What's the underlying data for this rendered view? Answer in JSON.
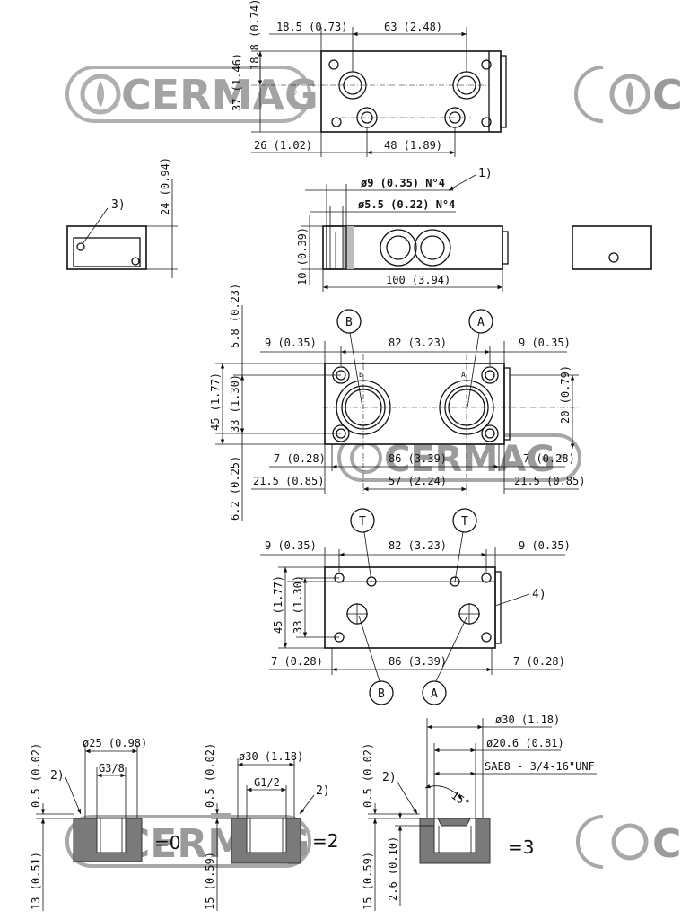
{
  "watermark": {
    "brand": "CERMAG",
    "registered": "®"
  },
  "top_view": {
    "d_left": "18.5 (0.73)",
    "d_span": "63 (2.48)",
    "d_top": "18.8 (0.74)",
    "d_height": "37 (1.46)",
    "d_left_bottom": "26 (1.02)",
    "d_span_bottom": "48 (1.89)"
  },
  "front_view": {
    "d_depth": "24 (0.94)",
    "callout_3": "3)",
    "callout_1": "1)",
    "d_bore_large": "ø9 (0.35) N°4",
    "d_bore_small": "ø5.5 (0.22) N°4",
    "d_thickness": "10 (0.39)",
    "d_length": "100 (3.94)"
  },
  "ports_view": {
    "d_top_gap": "5.8 (0.23)",
    "d_edge_left": "9 (0.35)",
    "d_span": "82 (3.23)",
    "d_edge_right": "9 (0.35)",
    "d_height": "45 (1.77)",
    "d_inner": "33 (1.30)",
    "d_right": "20 (0.79)",
    "d_left_b": "7 (0.28)",
    "d_span_b": "86 (3.39)",
    "d_right_b": "7 (0.28)",
    "d_bottom_gap": "6.2 (0.25)",
    "d_outer_left": "21.5 (0.85)",
    "d_port_span": "57 (2.24)",
    "d_outer_right": "21.5 (0.85)",
    "port_b": "B",
    "port_a": "A"
  },
  "bottom_view": {
    "d_edge_left": "9 (0.35)",
    "d_span": "82 (3.23)",
    "d_edge_right": "9 (0.35)",
    "d_height": "45 (1.77)",
    "d_inner": "33 (1.30)",
    "callout_4": "4)",
    "d_left_b": "7 (0.28)",
    "d_span_b": "86 (3.39)",
    "d_right_b": "7 (0.28)",
    "port_t1": "T",
    "port_t2": "T",
    "port_b": "B",
    "port_a": "A"
  },
  "sections": {
    "s0": {
      "d_dia": "ø25 (0.98)",
      "thread": "G3/8",
      "d_top": "0.5 (0.02)",
      "d_depth": "13 (0.51)",
      "callout": "2)",
      "label": "=0"
    },
    "s2": {
      "d_dia": "ø30 (1.18)",
      "thread": "G1/2",
      "d_top": "0.5 (0.02)",
      "d_depth": "15 (0.59)",
      "callout": "2)",
      "label": "=2"
    },
    "s3": {
      "d_dia_outer": "ø30 (1.18)",
      "d_dia_inner": "ø20.6 (0.81)",
      "thread": "SAE8 - 3/4-16\"UNF",
      "angle": "15°",
      "d_top": "0.5 (0.02)",
      "d_step": "2.6 (0.10)",
      "d_depth": "15 (0.59)",
      "callout": "2)",
      "label": "=3"
    }
  }
}
